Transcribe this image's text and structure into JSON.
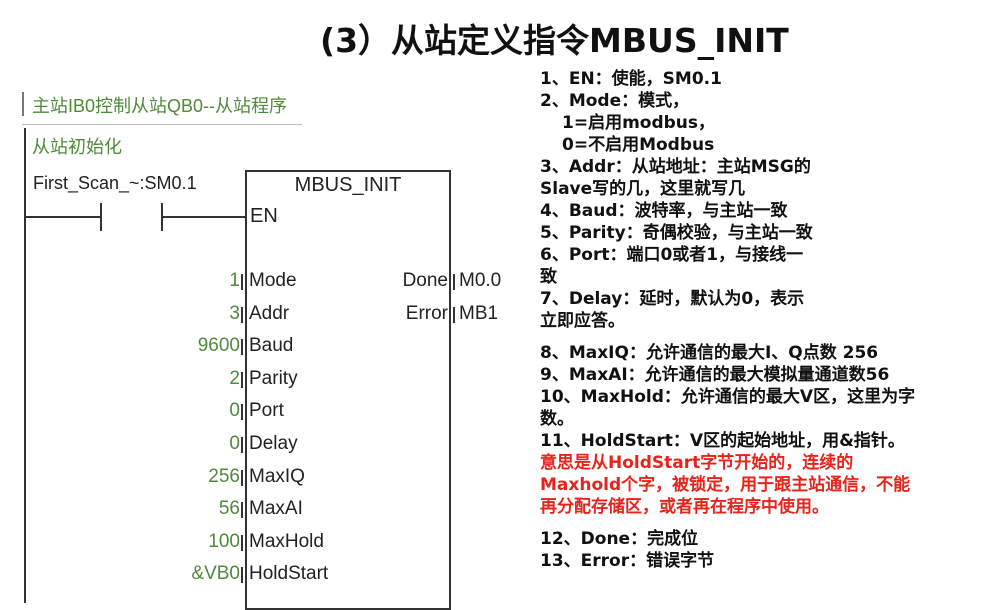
{
  "title": "(3）从站定义指令MBUS_INIT",
  "ladder": {
    "network_title": "主站IB0控制从站QB0--从站程序",
    "network_comment": "从站初始化",
    "contact_label": "First_Scan_~:SM0.1",
    "block_name": "MBUS_INIT",
    "en": "EN",
    "inputs": [
      {
        "value": "1",
        "pin": "Mode"
      },
      {
        "value": "3",
        "pin": "Addr"
      },
      {
        "value": "9600",
        "pin": "Baud"
      },
      {
        "value": "2",
        "pin": "Parity"
      },
      {
        "value": "0",
        "pin": "Port"
      },
      {
        "value": "0",
        "pin": "Delay"
      },
      {
        "value": "256",
        "pin": "MaxIQ"
      },
      {
        "value": "56",
        "pin": "MaxAI"
      },
      {
        "value": "100",
        "pin": "MaxHold"
      },
      {
        "value": "&VB0",
        "pin": "HoldStart"
      }
    ],
    "outputs": [
      {
        "pin": "Done",
        "value": "M0.0"
      },
      {
        "pin": "Error",
        "value": "MB1"
      }
    ]
  },
  "notes": [
    "1、EN：使能，SM0.1",
    "2、Mode：模式，",
    "    1=启用modbus，",
    "    0=不启用Modbus",
    "3、Addr：从站地址：主站MSG的",
    "Slave写的几，这里就写几",
    "4、Baud：波特率，与主站一致",
    "5、Parity：奇偶校验，与主站一致",
    "6、Port：端口0或者1，与接线一",
    "致",
    "7、Delay：延时，默认为0，表示",
    "立即应答。",
    "8、MaxIQ：允许通信的最大I、Q点数 256",
    "9、MaxAI：允许通信的最大模拟量通道数56",
    "10、MaxHold：允许通信的最大V区，这里为字",
    "数。",
    "11、HoldStart：V区的起始地址，用&指针。",
    "意思是从HoldStart字节开始的，连续的",
    "Maxhold个字，被锁定，用于跟主站通信，不能",
    "再分配存储区，或者再在程序中使用。",
    "12、Done：完成位",
    "13、Error：错误字节"
  ],
  "colors": {
    "comment": "#4f8a3a",
    "highlight": "#e8231b"
  }
}
